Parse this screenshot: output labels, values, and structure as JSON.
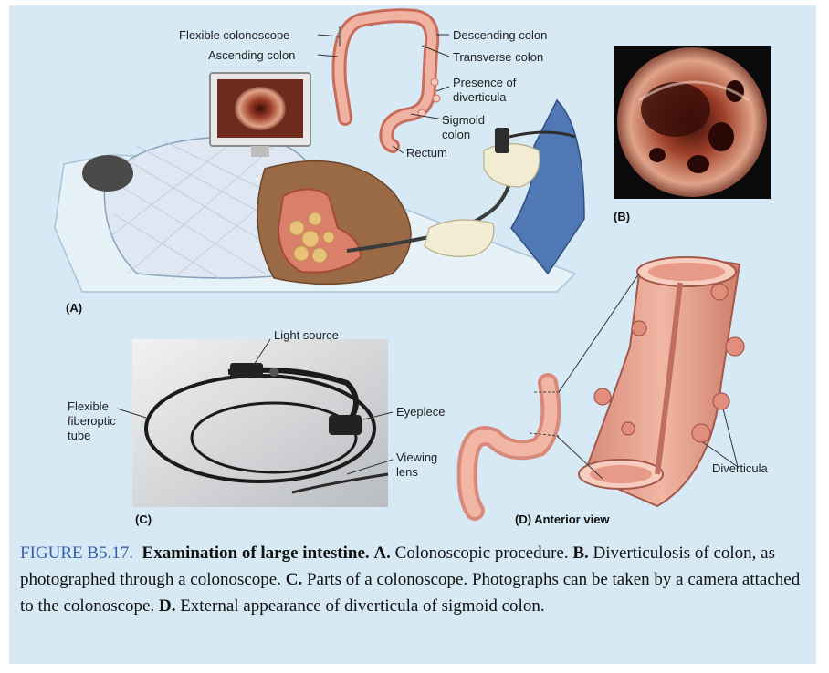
{
  "panel_a": {
    "label": "(A)",
    "callouts": {
      "flexible_colonoscope": "Flexible colonoscope",
      "ascending_colon": "Ascending colon",
      "descending_colon": "Descending colon",
      "transverse_colon": "Transverse colon",
      "presence_of_diverticula_1": "Presence of",
      "presence_of_diverticula_2": "diverticula",
      "sigmoid_colon_1": "Sigmoid",
      "sigmoid_colon_2": "colon",
      "rectum": "Rectum"
    }
  },
  "panel_b": {
    "label": "(B)"
  },
  "panel_c": {
    "label": "(C)",
    "callouts": {
      "light_source": "Light source",
      "flexible_fiberoptic_1": "Flexible",
      "flexible_fiberoptic_2": "fiberoptic",
      "flexible_fiberoptic_3": "tube",
      "eyepiece": "Eyepiece",
      "viewing_lens_1": "Viewing",
      "viewing_lens_2": "lens"
    }
  },
  "panel_d": {
    "label": "(D) Anterior view",
    "callouts": {
      "diverticula": "Diverticula"
    }
  },
  "caption": {
    "figure_number": "FIGURE B5.17.",
    "title": "Examination of large intestine.",
    "a_key": "A.",
    "a_text": "Colonoscopic procedure.",
    "b_key": "B.",
    "b_text": "Diverticulosis of colon, as photographed through a colonoscope.",
    "c_key": "C.",
    "c_text": "Parts of a colonoscope. Photographs can be taken by a camera attached to the colonoscope.",
    "d_key": "D.",
    "d_text": "External appearance of diverticula of sigmoid colon."
  },
  "colors": {
    "background": "#d6e9f5",
    "colon": "#e8a392",
    "figure_blue": "#3a5fb0"
  }
}
